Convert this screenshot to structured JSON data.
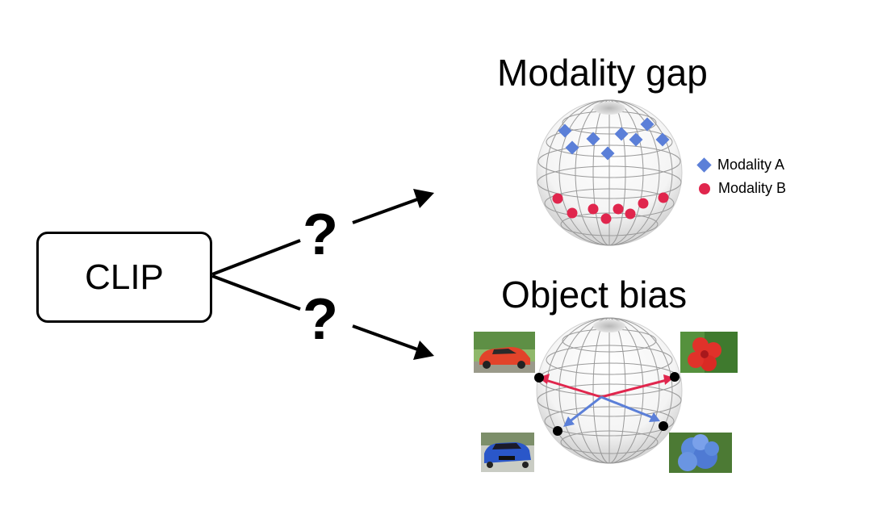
{
  "clip_label": "CLIP",
  "question_mark_top": "?",
  "question_mark_bottom": "?",
  "modality_gap": {
    "title": "Modality gap",
    "legend": [
      {
        "label": "Modality A",
        "color": "#5b7fd8",
        "marker": "diamond"
      },
      {
        "label": "Modality B",
        "color": "#e0264d",
        "marker": "circle"
      }
    ]
  },
  "object_bias": {
    "title": "Object bias",
    "images": [
      "red-car",
      "red-flower",
      "blue-car",
      "blue-flower"
    ]
  }
}
